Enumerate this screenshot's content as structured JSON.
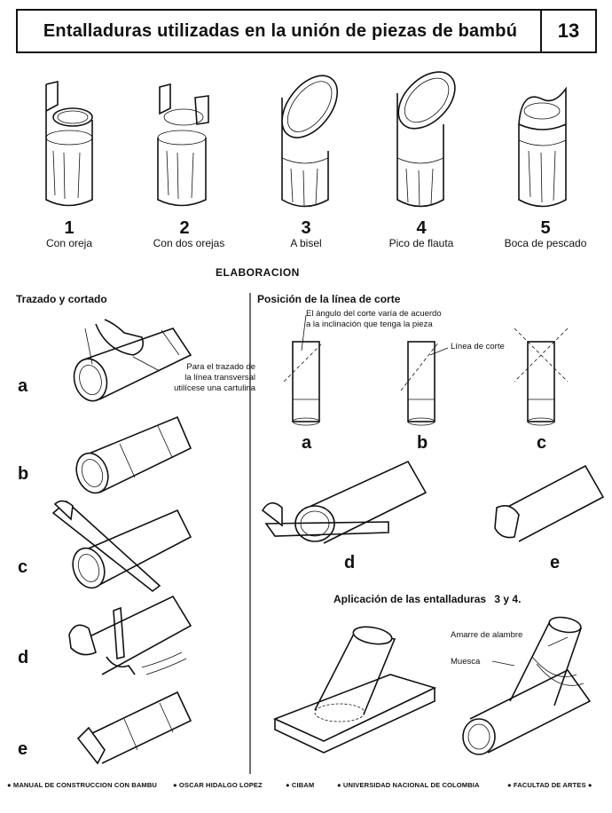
{
  "header": {
    "title": "Entalladuras utilizadas en la unión de piezas de bambú",
    "page_number": "13"
  },
  "joints": [
    {
      "number": "1",
      "label": "Con oreja"
    },
    {
      "number": "2",
      "label": "Con dos orejas"
    },
    {
      "number": "3",
      "label": "A bisel"
    },
    {
      "number": "4",
      "label": "Pico de flauta"
    },
    {
      "number": "5",
      "label": "Boca de pescado"
    }
  ],
  "elaboracion": "ELABORACION",
  "left_section": {
    "title": "Trazado y cortado",
    "steps": [
      "a",
      "b",
      "c",
      "d",
      "e"
    ],
    "note": [
      "Para el trazado de",
      "la línea transversal",
      "utilícese una cartulina"
    ]
  },
  "right_section": {
    "title": "Posición de la línea de corte",
    "angle_note": [
      "El ángulo del corte varía de acuerdo",
      "a la inclinación que tenga la pieza"
    ],
    "cut_line_label": "Línea de corte",
    "figure_letters": [
      "a",
      "b",
      "c",
      "d",
      "e"
    ]
  },
  "application": {
    "title": "Aplicación de las entalladuras",
    "numbers": "3 y 4.",
    "wire_label": "Amarre de alambre",
    "notch_label": "Muesca"
  },
  "footer": [
    "MANUAL DE CONSTRUCCION CON BAMBU",
    "OSCAR HIDALGO LOPEZ",
    "CIBAM",
    "UNIVERSIDAD NACIONAL DE COLOMBIA",
    "FACULTAD DE ARTES"
  ]
}
